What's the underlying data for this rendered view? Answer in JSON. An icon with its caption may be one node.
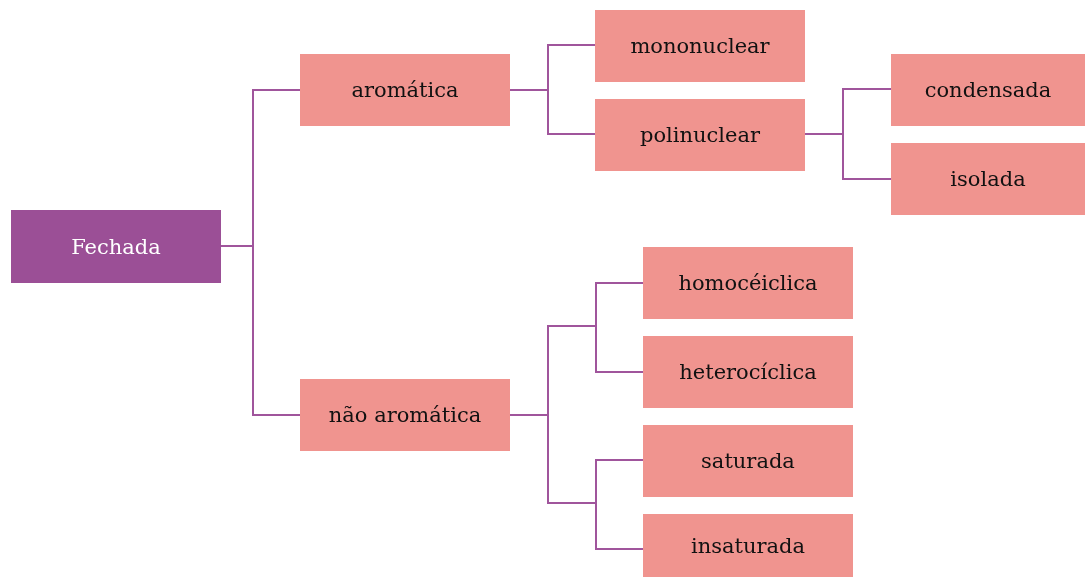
{
  "diagram": {
    "nodes": [
      {
        "text": [
          "Fechada"
        ]
      },
      {
        "text": [
          "aromática"
        ]
      },
      {
        "text": [
          "mononuclear"
        ]
      },
      {
        "text": [
          "polinuclear"
        ]
      },
      {
        "text": [
          "condensada"
        ]
      },
      {
        "text": [
          "isolada"
        ]
      },
      {
        "text": [
          "não aromática"
        ]
      },
      {
        "text": [
          "homocéiclica"
        ]
      },
      {
        "text": [
          "heterocíclica"
        ]
      },
      {
        "text": [
          "saturada"
        ]
      },
      {
        "text": [
          "insaturada"
        ]
      }
    ],
    "edges": [
      {
        "from": 0,
        "to": 1,
        "arrow": "none"
      },
      {
        "from": 0,
        "to": 6,
        "arrow": "none"
      },
      {
        "from": 1,
        "to": 2,
        "arrow": "none"
      },
      {
        "from": 1,
        "to": 3,
        "arrow": "none"
      },
      {
        "from": 3,
        "to": 4,
        "arrow": "none"
      },
      {
        "from": 3,
        "to": 5,
        "arrow": "none"
      },
      {
        "from": 6,
        "to": 7,
        "arrow": "none"
      },
      {
        "from": 6,
        "to": 8,
        "arrow": "none"
      },
      {
        "from": 6,
        "to": 9,
        "arrow": "none"
      },
      {
        "from": 6,
        "to": 10,
        "arrow": "none"
      }
    ]
  }
}
